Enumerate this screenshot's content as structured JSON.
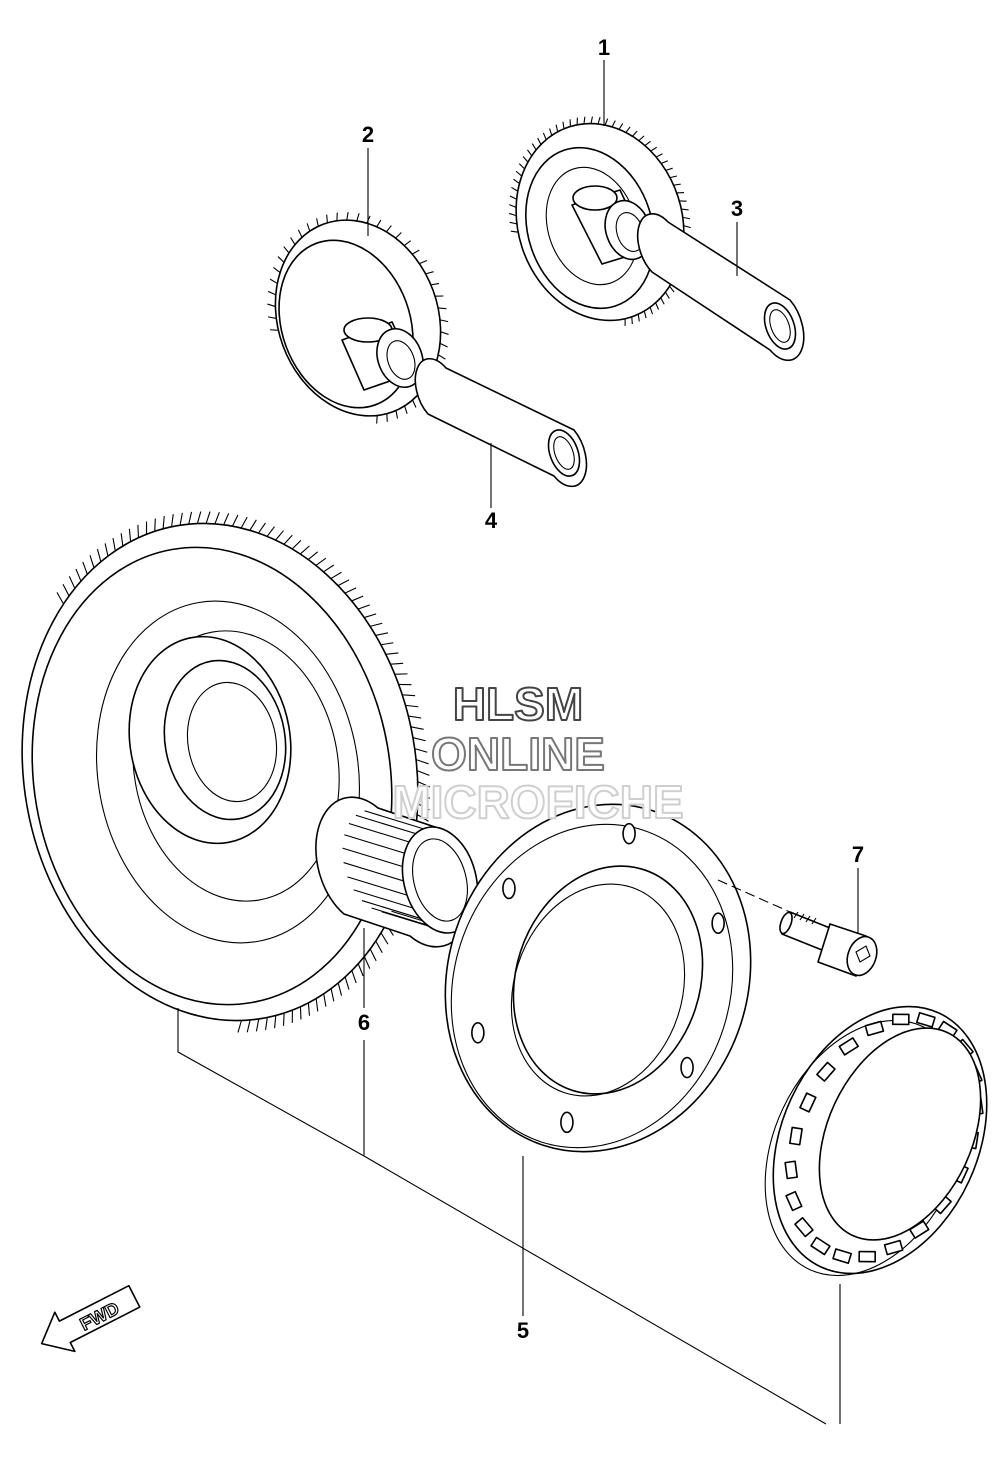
{
  "callouts": {
    "c1": "1",
    "c2": "2",
    "c3": "3",
    "c4": "4",
    "c5": "5",
    "c6": "6",
    "c7": "7"
  },
  "watermark": {
    "line1": "HLSM",
    "line2": "ONLINE",
    "line3": "MICROFICHE"
  },
  "fwd_label": "FWD"
}
